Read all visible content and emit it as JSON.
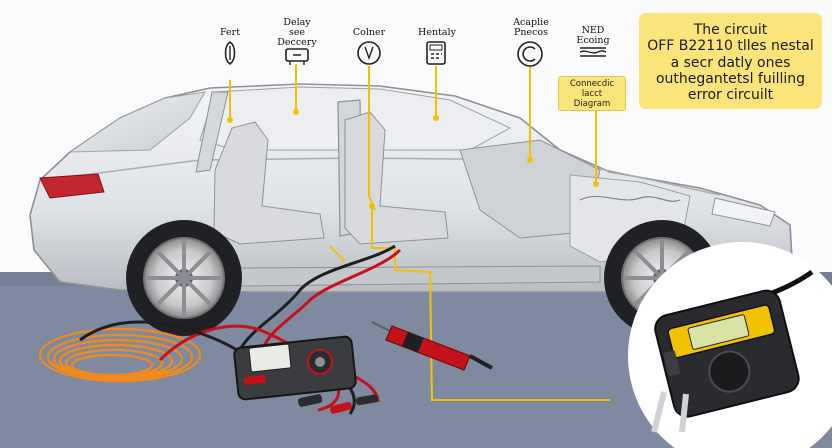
{
  "top_labels": {
    "fuse": "Fert",
    "relay": "Delay\nsee\nDeccery",
    "connector": "Colner",
    "meter": "Hentaly",
    "adapter": "Acaplie\nPnecos",
    "ned": "NED\nEcoing"
  },
  "note": {
    "line1": "The circuit",
    "line2": "OFF B22110 tlles nestal",
    "line3": "a secr datly ones",
    "line4": "outhegantetsl fuilling",
    "line5": "error circuilt"
  },
  "callout": {
    "line1": "Connecdic",
    "line2": "lacct",
    "line3": "Diagram"
  },
  "colors": {
    "note_bg": "#fbe479",
    "floor": "#7f8aa1",
    "leader": "#f2c200",
    "probe_red": "#c4121a",
    "cable_orange": "#f08a1c"
  }
}
